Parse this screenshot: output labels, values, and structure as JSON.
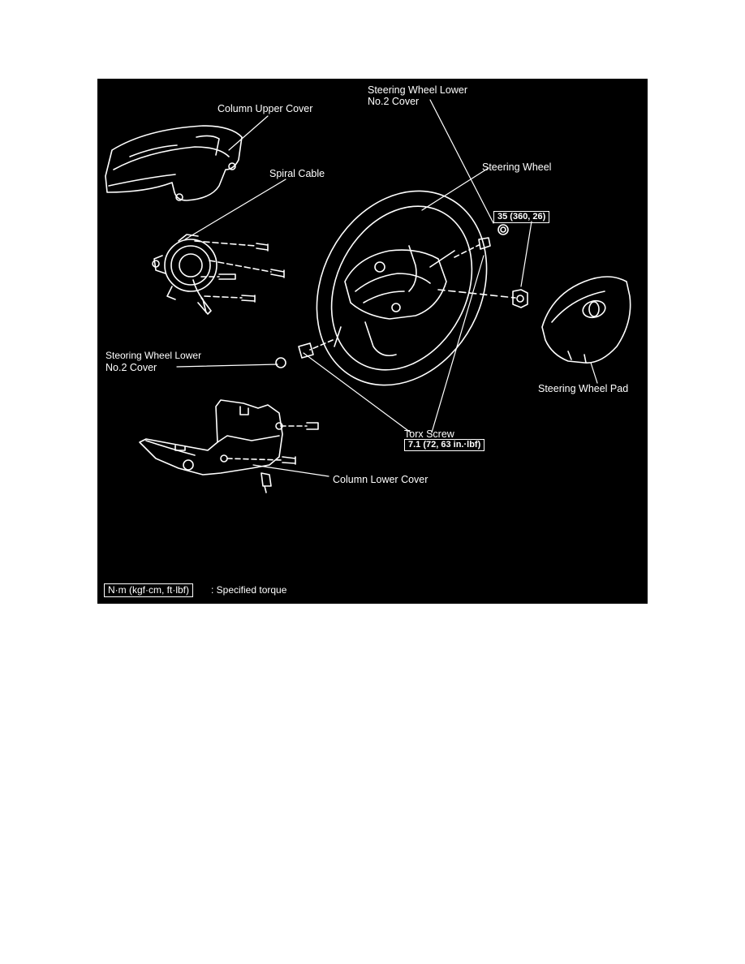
{
  "labels": {
    "column_upper_cover": "Column Upper Cover",
    "spiral_cable": "Spiral Cable",
    "sw_lower_no2_cover_top_l1": "Steering Wheel Lower",
    "sw_lower_no2_cover_top_l2": "No.2 Cover",
    "steering_wheel": "Steering Wheel",
    "sw_lower_no2_cover_left_l1": "Steoring Wheel Lower",
    "sw_lower_no2_cover_left_l2": "No.2 Cover",
    "steering_wheel_pad": "Steering Wheel Pad",
    "torx_screw": "Torx Screw",
    "column_lower_cover": "Column Lower Cover"
  },
  "torque_specs": {
    "nut": "35 (360, 26)",
    "torx_screw": "7.1 (72, 63 in.·lbf)"
  },
  "legend": {
    "unit_box": "N·m (kgf·cm, ft·lbf)",
    "description": ": Specified torque"
  },
  "colors": {
    "background": "#000000",
    "line_art": "#ffffff",
    "page": "#ffffff"
  }
}
